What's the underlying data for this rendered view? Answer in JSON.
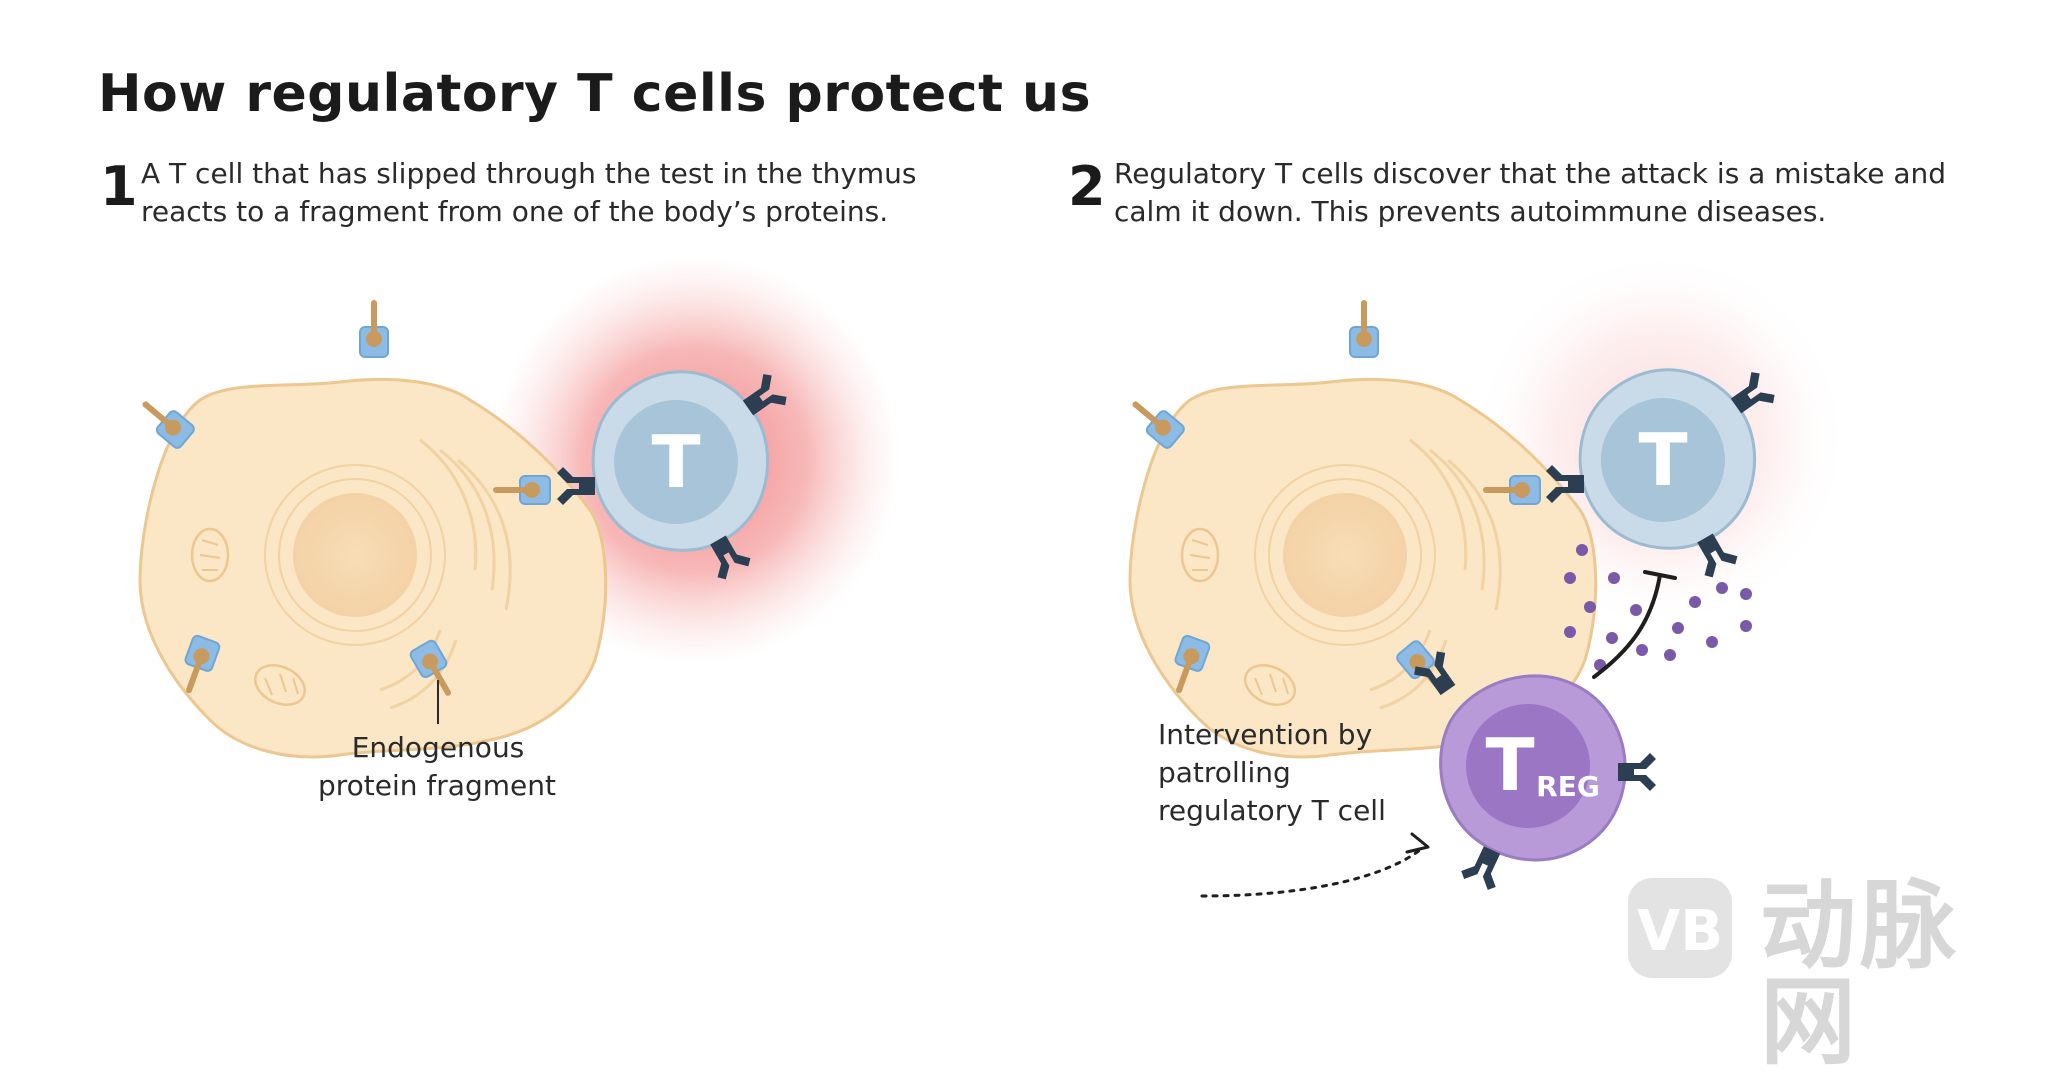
{
  "title": "How regulatory T cells protect us",
  "steps": [
    {
      "number": "1",
      "text_line1": "A T cell that has slipped through the test in the thymus",
      "text_line2": "reacts to a fragment from one of the body’s proteins."
    },
    {
      "number": "2",
      "text_line1": "Regulatory T cells discover that the attack is a mistake and",
      "text_line2": "calm it down. This prevents autoimmune diseases."
    }
  ],
  "labels": {
    "endogenous_line1": "Endogenous",
    "endogenous_line2": "protein fragment",
    "intervention_line1": "Intervention by",
    "intervention_line2": "patrolling",
    "intervention_line3": "regulatory T cell",
    "t_cell_letter": "T",
    "treg_big": "T",
    "treg_sub": "REG"
  },
  "watermark": {
    "logo": "VB",
    "text": "动脉网"
  },
  "colors": {
    "body_cell": "#fbe6c6",
    "body_cell_outline": "#ecc890",
    "t_cell": "#c9dbe8",
    "t_nucleus": "#a8c4d8",
    "treg_cell": "#b89ad8",
    "treg_nucleus": "#9a76c4",
    "receptor": "#2c3f52",
    "mhc": "#8cbce6",
    "fragment": "#c99a5e",
    "activation_glow": "#f4a0a0",
    "cytokine": "#7a5aa8"
  }
}
